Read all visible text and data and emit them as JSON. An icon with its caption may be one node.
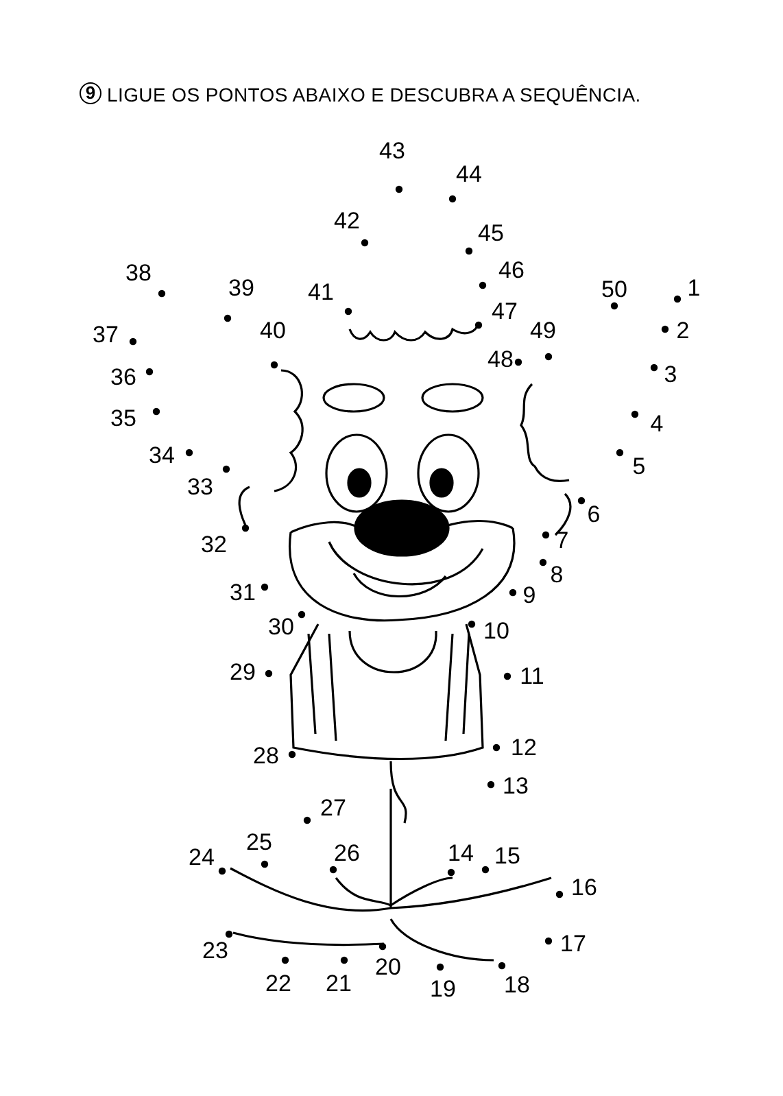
{
  "diagram": {
    "title": "LIGUE OS PONTOS ABAIXO E DESCUBRA A SEQUÊNCIA.",
    "labels": [
      "9",
      "1",
      "2",
      "3",
      "4",
      "5",
      "6",
      "7",
      "8",
      "9",
      "10",
      "11",
      "12",
      "13",
      "14",
      "15",
      "16",
      "17",
      "18",
      "19",
      "20",
      "21",
      "22",
      "23",
      "24",
      "25",
      "26",
      "27",
      "28",
      "29",
      "30",
      "31",
      "32",
      "33",
      "34",
      "35",
      "36",
      "37",
      "38",
      "39",
      "40",
      "41",
      "42",
      "43",
      "44",
      "45",
      "46",
      "47",
      "48",
      "49",
      "50"
    ]
  }
}
